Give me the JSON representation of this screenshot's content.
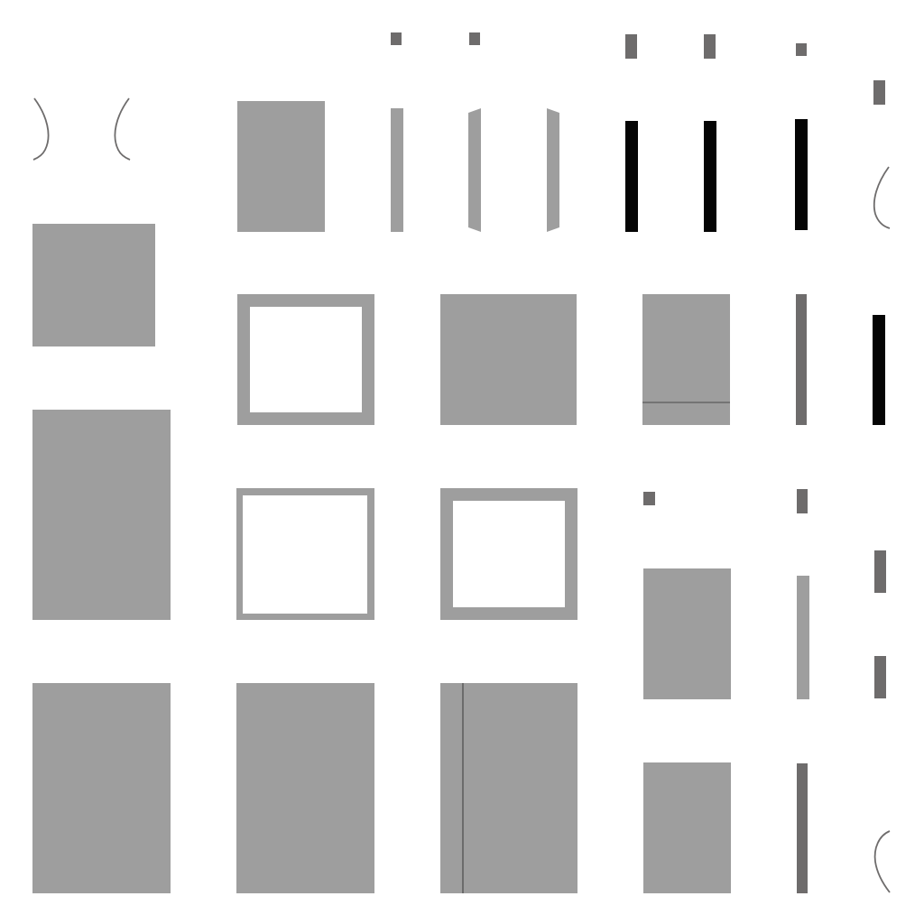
{
  "colors": {
    "background": "#ffffff",
    "panel": "#9e9e9e",
    "dark_gray": "#6e6c6c",
    "black": "#050505",
    "seam": "#4a4a4a"
  },
  "pieces": [
    {
      "name": "curve-piece-left",
      "kind": "curve",
      "shade": "dark_gray"
    },
    {
      "name": "curve-piece-right",
      "kind": "curve",
      "shade": "dark_gray"
    },
    {
      "name": "curve-piece-side-upper",
      "kind": "curve",
      "shade": "dark_gray"
    },
    {
      "name": "curve-piece-side-lower",
      "kind": "curve",
      "shade": "dark_gray"
    },
    {
      "name": "panel-square-small",
      "kind": "panel",
      "shade": "panel"
    },
    {
      "name": "panel-tall-left",
      "kind": "panel",
      "shade": "panel"
    },
    {
      "name": "panel-bottom-left",
      "kind": "panel",
      "shade": "panel"
    },
    {
      "name": "panel-rect-top",
      "kind": "panel",
      "shade": "panel"
    },
    {
      "name": "frame-large",
      "kind": "frame",
      "shade": "panel"
    },
    {
      "name": "frame-thin",
      "kind": "frame",
      "shade": "panel"
    },
    {
      "name": "frame-medium",
      "kind": "frame",
      "shade": "panel"
    },
    {
      "name": "panel-square-center",
      "kind": "panel",
      "shade": "panel"
    },
    {
      "name": "panel-with-seam-horizontal",
      "kind": "panel",
      "shade": "panel"
    },
    {
      "name": "panel-bottom-center-left",
      "kind": "panel",
      "shade": "panel"
    },
    {
      "name": "panel-with-seam-vertical",
      "kind": "panel",
      "shade": "panel"
    },
    {
      "name": "panel-rect-mid-right",
      "kind": "panel",
      "shade": "panel"
    },
    {
      "name": "panel-rect-bottom-right",
      "kind": "panel",
      "shade": "panel"
    },
    {
      "name": "strip-flat",
      "kind": "strip",
      "shade": "panel"
    },
    {
      "name": "strip-angled-left",
      "kind": "strip",
      "shade": "panel"
    },
    {
      "name": "strip-angled-right",
      "kind": "strip",
      "shade": "panel"
    },
    {
      "name": "bar-black-1",
      "kind": "bar",
      "shade": "black"
    },
    {
      "name": "bar-black-2",
      "kind": "bar",
      "shade": "black"
    },
    {
      "name": "bar-black-3",
      "kind": "bar",
      "shade": "black"
    },
    {
      "name": "bar-black-4",
      "kind": "bar",
      "shade": "black"
    },
    {
      "name": "bar-dark-1",
      "kind": "bar",
      "shade": "dark_gray"
    },
    {
      "name": "bar-dark-2",
      "kind": "bar",
      "shade": "dark_gray"
    },
    {
      "name": "strip-light",
      "kind": "strip",
      "shade": "panel"
    },
    {
      "name": "small-tab-1",
      "kind": "tab",
      "shade": "dark_gray"
    },
    {
      "name": "small-tab-2",
      "kind": "tab",
      "shade": "dark_gray"
    },
    {
      "name": "small-tab-3",
      "kind": "tab",
      "shade": "dark_gray"
    },
    {
      "name": "small-tab-4",
      "kind": "tab",
      "shade": "dark_gray"
    },
    {
      "name": "small-tab-5",
      "kind": "tab",
      "shade": "dark_gray"
    },
    {
      "name": "small-tab-6",
      "kind": "tab",
      "shade": "dark_gray"
    },
    {
      "name": "small-tab-7",
      "kind": "tab",
      "shade": "dark_gray"
    },
    {
      "name": "small-tab-8",
      "kind": "tab",
      "shade": "dark_gray"
    },
    {
      "name": "small-tab-9",
      "kind": "tab",
      "shade": "dark_gray"
    },
    {
      "name": "small-tab-10",
      "kind": "tab",
      "shade": "dark_gray"
    }
  ]
}
